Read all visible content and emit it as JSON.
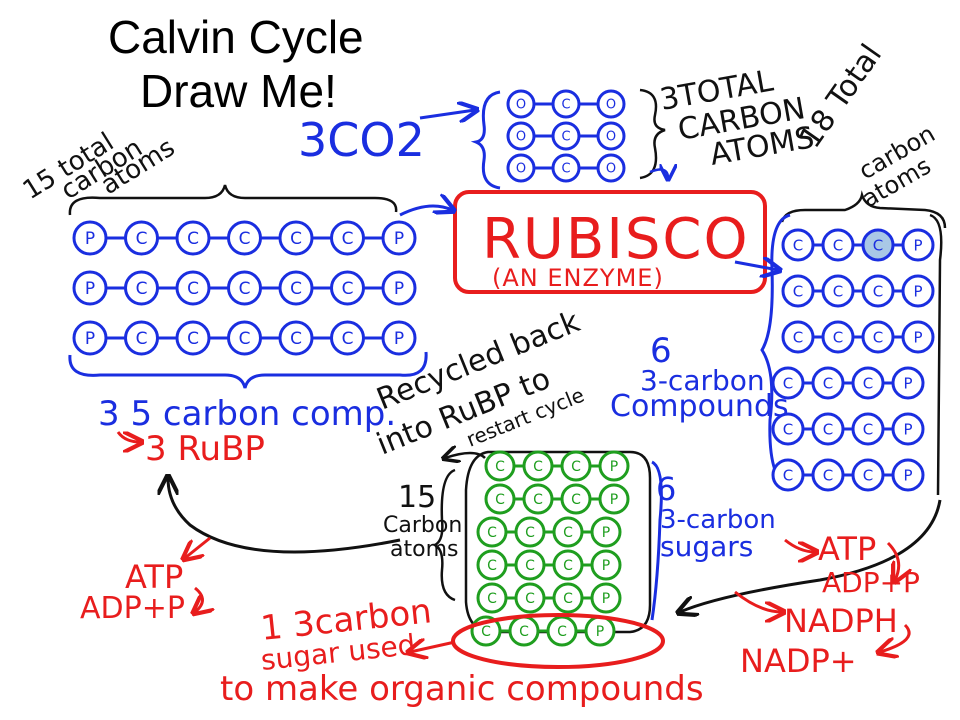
{
  "title": {
    "line1": "Calvin Cycle",
    "line2": "Draw Me!"
  },
  "colors": {
    "blue": "#1a2ee0",
    "red": "#e81d1d",
    "green": "#1f9e1f",
    "black": "#111111",
    "highlight": "#a9c8e6"
  },
  "co2": {
    "label": "3CO2",
    "molecules": [
      [
        "O",
        "C",
        "O"
      ],
      [
        "O",
        "C",
        "O"
      ],
      [
        "O",
        "C",
        "O"
      ]
    ],
    "note": "3 TOTAL CARBON ATOMS"
  },
  "rubisco": {
    "name": "RUBISCO",
    "subtitle": "(AN ENZYME)"
  },
  "rubp": {
    "note": [
      "15 total",
      "carbon",
      "atoms"
    ],
    "rows": [
      [
        "P",
        "C",
        "C",
        "C",
        "C",
        "C",
        "P"
      ],
      [
        "P",
        "C",
        "C",
        "C",
        "C",
        "C",
        "P"
      ],
      [
        "P",
        "C",
        "C",
        "C",
        "C",
        "C",
        "P"
      ]
    ],
    "label": "3 5 carbon comp.",
    "sub": "3 RuBP"
  },
  "three_carbon_compounds": {
    "note": [
      "18 Total",
      "carbon",
      "atoms"
    ],
    "rows": [
      [
        "C",
        "C",
        "C",
        "P"
      ],
      [
        "C",
        "C",
        "C",
        "P"
      ],
      [
        "C",
        "C",
        "C",
        "P"
      ],
      [
        "C",
        "C",
        "C",
        "P"
      ],
      [
        "C",
        "C",
        "C",
        "P"
      ],
      [
        "C",
        "C",
        "C",
        "P"
      ]
    ],
    "count": "6",
    "label": [
      "3-carbon",
      "Compounds"
    ]
  },
  "energy_right": {
    "atp": "ATP",
    "adp": "ADP+P",
    "nadph": "NADPH",
    "nadp": "NADP+"
  },
  "energy_left": {
    "atp": "ATP",
    "adp": "ADP+P"
  },
  "sugars": {
    "rows": [
      [
        "C",
        "C",
        "C",
        "P"
      ],
      [
        "C",
        "C",
        "C",
        "P"
      ],
      [
        "C",
        "C",
        "C",
        "P"
      ],
      [
        "C",
        "C",
        "C",
        "P"
      ],
      [
        "C",
        "C",
        "C",
        "P"
      ],
      [
        "C",
        "C",
        "C",
        "P"
      ]
    ],
    "count": "6",
    "label": [
      "3-carbon",
      "sugars"
    ],
    "fifteen": [
      "15",
      "Carbon",
      "atoms"
    ],
    "recycled": [
      "Recycled back",
      "into RuBP to",
      "restart cycle"
    ],
    "used": [
      "1 3carbon",
      "sugar used"
    ],
    "organic": "to make organic compounds"
  }
}
